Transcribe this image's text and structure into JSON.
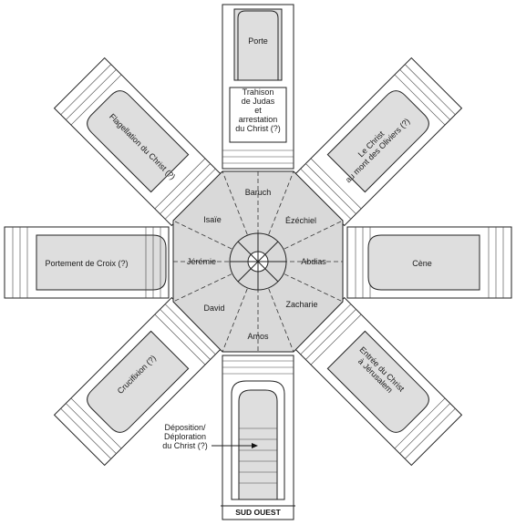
{
  "chapels": {
    "north": "Porte",
    "north_sub": [
      "Trahison",
      "de Judas",
      "et",
      "arrestation",
      "du Christ (?)"
    ],
    "northeast": [
      "Le Christ",
      "au mont des Oliviers (?)"
    ],
    "east": "Cène",
    "southeast": [
      "Entrée du Christ",
      "à Jérusalem"
    ],
    "south": [
      "Déposition/",
      "Déploration",
      "du Christ (?)"
    ],
    "southwest": "Crucifixion (?)",
    "west": "Portement de Croix (?)",
    "northwest": "Flagellation du Christ (?)"
  },
  "prophets": {
    "baruch": "Baruch",
    "ezechiel": "Ézéchiel",
    "abdias": "Abdias",
    "zacharie": "Zacharie",
    "amos": "Amos",
    "david": "David",
    "jeremie": "Jérémie",
    "isaie": "Isaïe"
  },
  "entrance": "SUD OUEST"
}
